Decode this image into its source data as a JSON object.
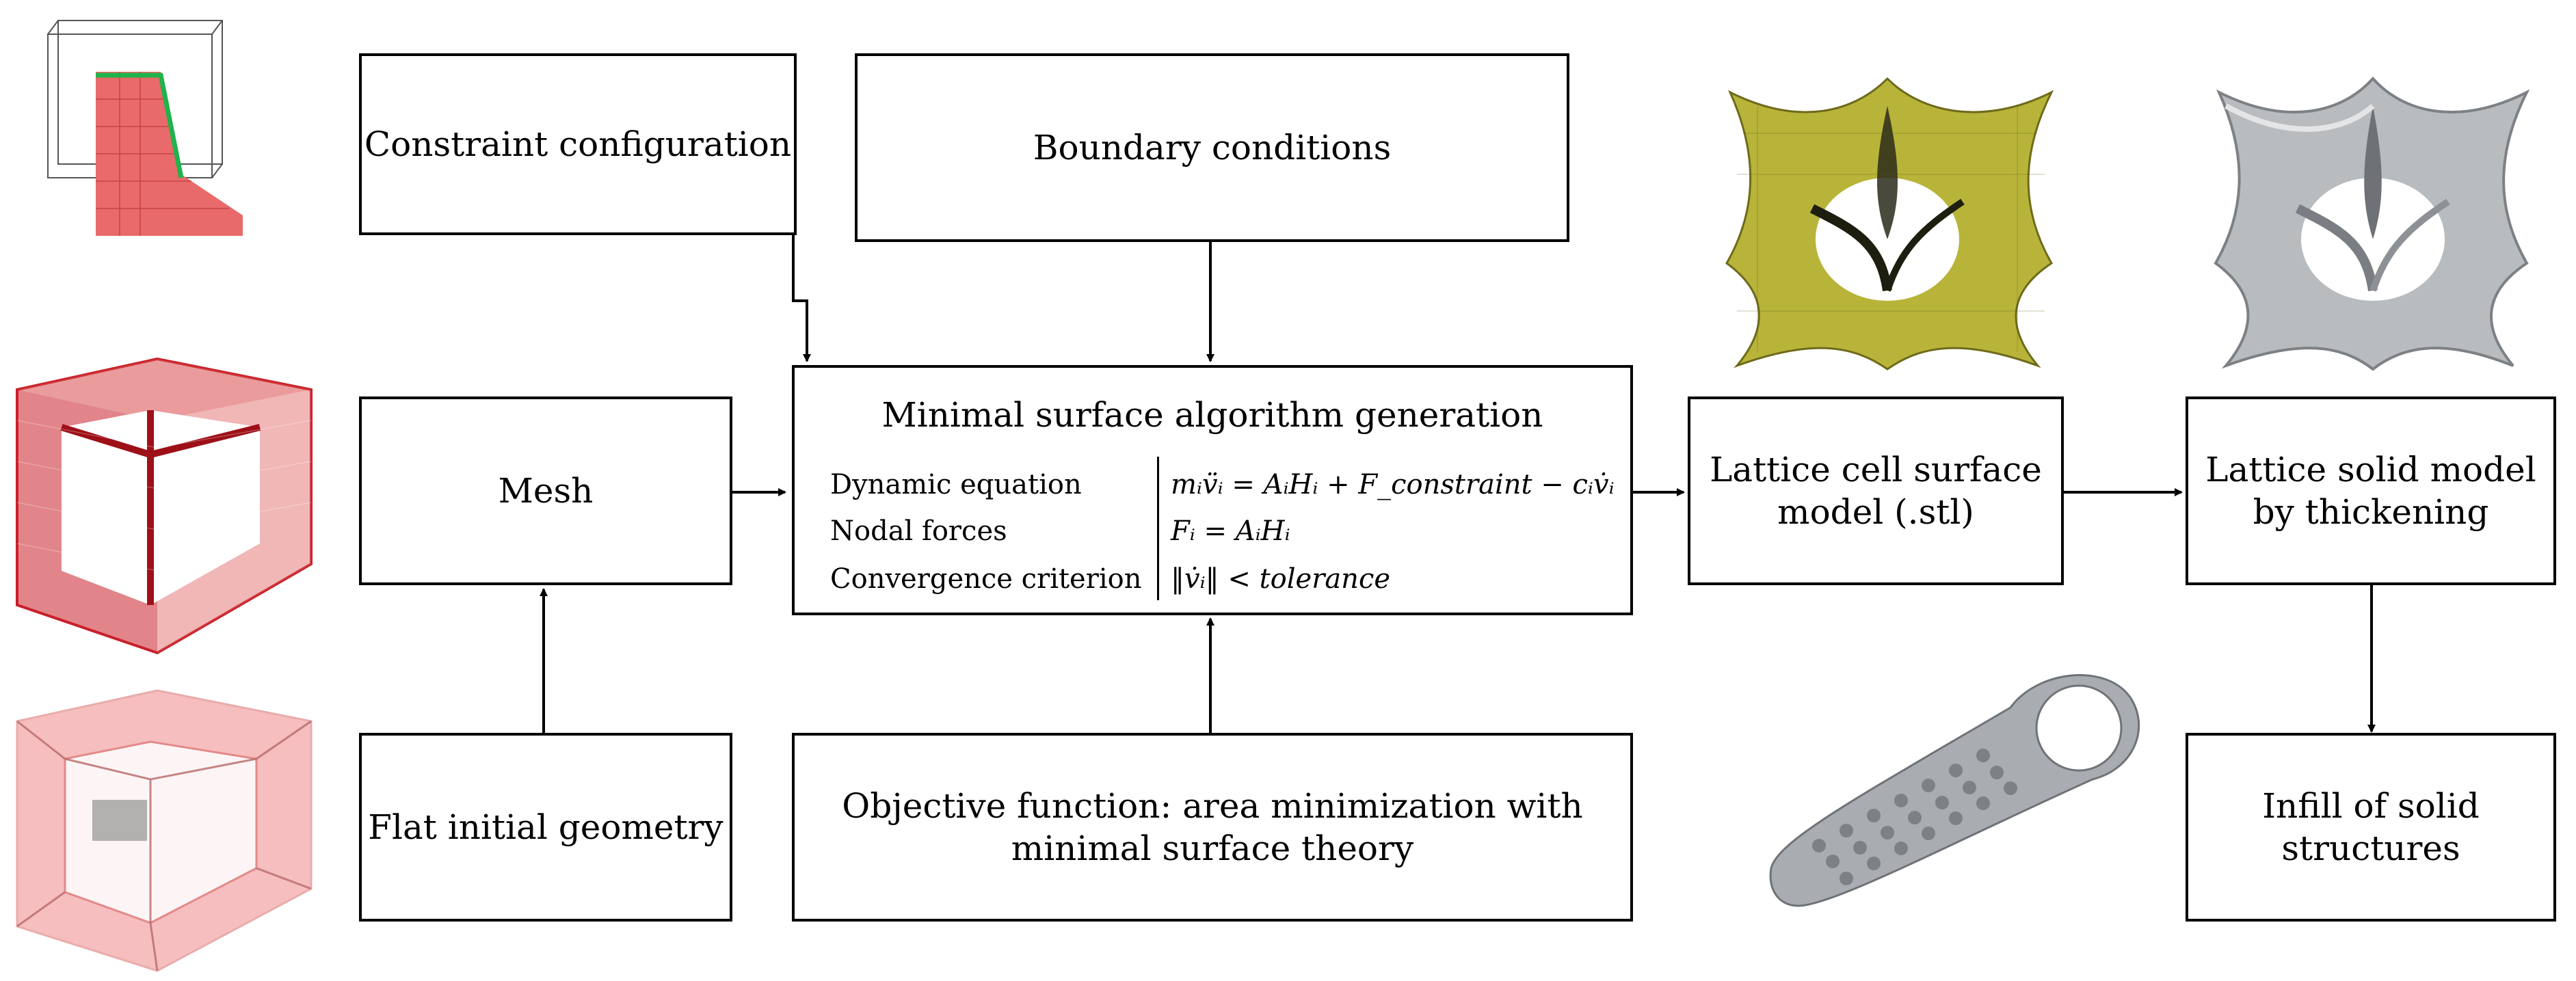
{
  "boxes": {
    "constraint": "Constraint configuration",
    "boundary": "Boundary conditions",
    "mesh": "Mesh",
    "flat": "Flat initial geometry",
    "objective": "Objective function: area minimization with minimal surface theory",
    "lattice_surface": "Lattice cell surface model (.stl)",
    "lattice_solid": "Lattice solid model by thickening",
    "infill": "Infill of solid structures"
  },
  "algorithm": {
    "title": "Minimal surface algorithm generation",
    "rows": [
      {
        "label": "Dynamic equation",
        "formula": "mᵢv̈ᵢ = AᵢHᵢ + F_constraint − cᵢv̇ᵢ"
      },
      {
        "label": "Nodal forces",
        "formula": "Fᵢ = AᵢHᵢ"
      },
      {
        "label": "Convergence criterion",
        "formula": "‖v̇ᵢ‖ < tolerance"
      }
    ]
  },
  "colors": {
    "mesh_red": "#c8202a",
    "mesh_light_red": "#f08a8a",
    "surface_yellow": "#b8b43a",
    "solid_grey": "#b9bcbf",
    "part_grey": "#a9adb1"
  },
  "illustrations": {
    "flat_geometry_icon": "flat-initial-geometry-render",
    "wireframe_cube_icon": "red-mesh-cube-render",
    "transparent_cube_icon": "transparent-cube-render",
    "yellow_surface_icon": "yellow-minimal-surface-render",
    "grey_solid_icon": "grey-solid-lattice-render",
    "infill_part_icon": "lattice-infill-part-render"
  }
}
